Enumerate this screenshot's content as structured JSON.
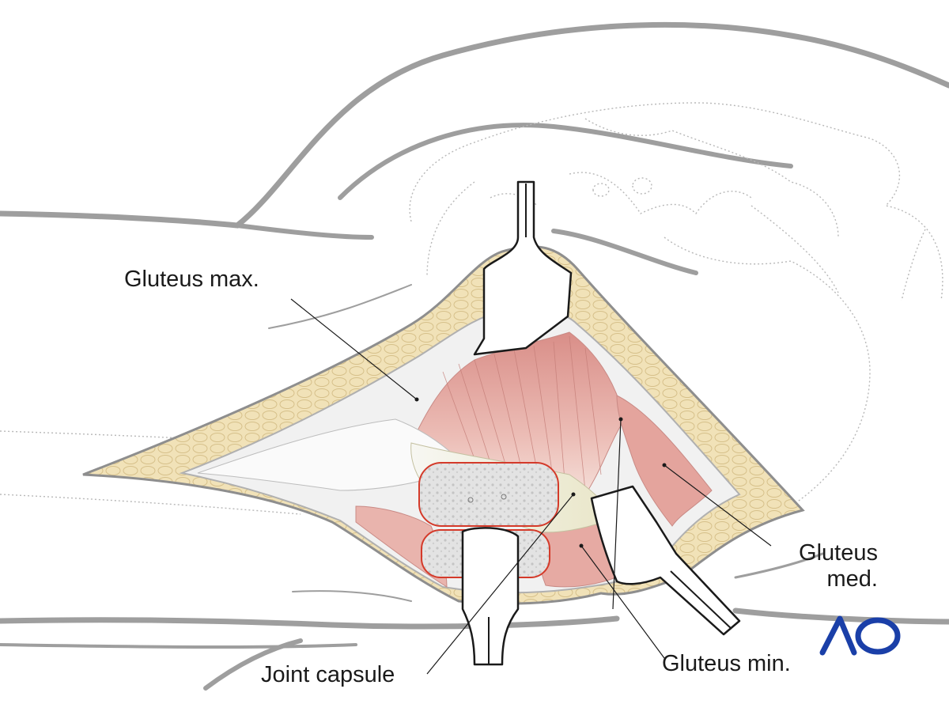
{
  "labels": {
    "gluteus_max": "Gluteus max.",
    "gluteus_med_line1": "Gluteus",
    "gluteus_med_line2": "med.",
    "gluteus_min": "Gluteus min.",
    "joint_capsule": "Joint capsule"
  },
  "logo": {
    "text": "AO",
    "color": "#1a3fa8"
  },
  "colors": {
    "outline": "#9a9a9a",
    "fat": "#efe0b4",
    "muscle": "#e6a9a3",
    "bone_edge": "#d43a2a",
    "bone_fill": "#d8d8d8",
    "dotted": "#b5b5b5"
  }
}
